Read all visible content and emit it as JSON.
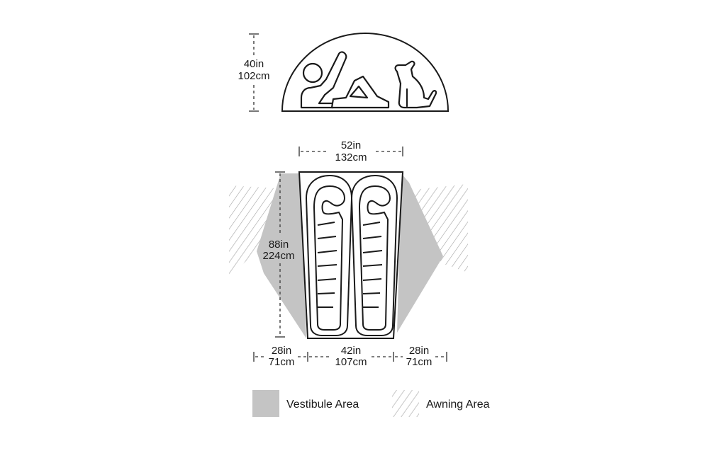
{
  "colors": {
    "vestibule_fill": "#c4c4c4",
    "outline": "#1a1a1a",
    "dimension_line": "#555555",
    "hatch": "#a8a8a8"
  },
  "side_view": {
    "height_in": "40in",
    "height_cm": "102cm"
  },
  "floor_plan": {
    "top_width_in": "52in",
    "top_width_cm": "132cm",
    "length_in": "88in",
    "length_cm": "224cm",
    "left_vestibule_in": "28in",
    "left_vestibule_cm": "71cm",
    "bottom_width_in": "42in",
    "bottom_width_cm": "107cm",
    "right_vestibule_in": "28in",
    "right_vestibule_cm": "71cm"
  },
  "legend": {
    "vestibule_label": "Vestibule Area",
    "awning_label": "Awning Area"
  },
  "icons": [
    "person-reclining-icon",
    "dog-sitting-icon",
    "sleeping-bag-icon"
  ]
}
